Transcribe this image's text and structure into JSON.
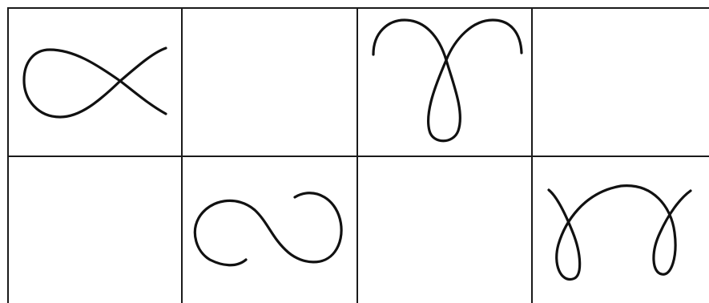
{
  "figure": {
    "rows": 2,
    "columns": 4,
    "line_color": "#111111",
    "background": "#ffffff",
    "cells": [
      {
        "row": 1,
        "col": 1,
        "content": "fish-loop-curve"
      },
      {
        "row": 1,
        "col": 2,
        "content": "empty"
      },
      {
        "row": 1,
        "col": 3,
        "content": "arch-with-bottom-loop-curve"
      },
      {
        "row": 1,
        "col": 4,
        "content": "empty"
      },
      {
        "row": 2,
        "col": 1,
        "content": "empty"
      },
      {
        "row": 2,
        "col": 2,
        "content": "s-curve"
      },
      {
        "row": 2,
        "col": 3,
        "content": "empty"
      },
      {
        "row": 2,
        "col": 4,
        "content": "arch-with-two-loops-curve"
      }
    ]
  }
}
